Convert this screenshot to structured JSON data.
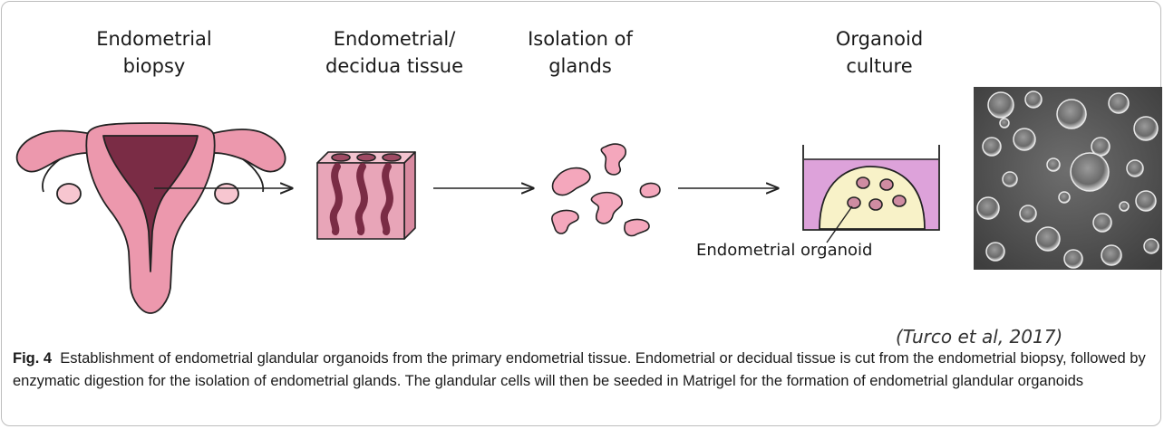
{
  "stages": [
    {
      "title": "Endometrial\nbiopsy"
    },
    {
      "title": "Endometrial/\ndecidua tissue"
    },
    {
      "title": "Isolation of\nglands"
    },
    {
      "title": "Organoid\nculture"
    }
  ],
  "organoid_label": "Endometrial organoid",
  "citation": "(Turco et al, 2017)",
  "caption": {
    "figure_number": "Fig. 4",
    "text": "Establishment of endometrial glandular organoids from the primary endometrial tissue. Endometrial or decidual tissue is cut from the endometrial biopsy, followed by enzymatic digestion for the isolation of endometrial glands. The glandular cells will then be seeded in Matrigel for the formation of endometrial glandular organoids"
  },
  "colors": {
    "uterus_pink": "#ec98ad",
    "uterus_dark": "#7a2c45",
    "ovary_pink": "#f7c6d0",
    "tissue_pink": "#e8a5b8",
    "gland_pink": "#f4a7bc",
    "dish_violet": "#dda2da",
    "matrigel_cream": "#f8f2c8",
    "outline": "#222222"
  }
}
